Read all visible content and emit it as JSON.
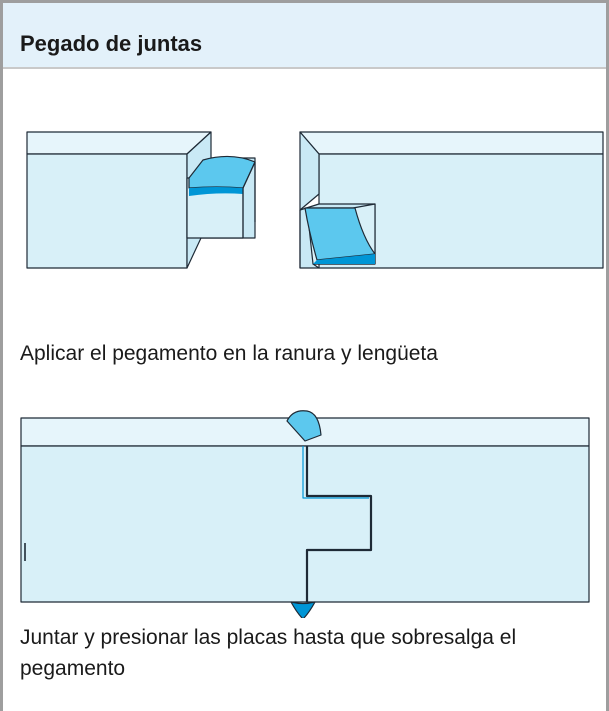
{
  "title": "Pegado de juntas",
  "captions": [
    "Aplicar el pegamento en la ranura y lengüeta",
    "Juntar y presionar las placas hasta que sobresalga el pegamento"
  ],
  "colors": {
    "header_bg": "#e3f1fa",
    "board_fill": "#d8f0f8",
    "glue_light": "#5cc8ee",
    "glue_dark": "#0096d6",
    "outline": "#1e2a36"
  }
}
